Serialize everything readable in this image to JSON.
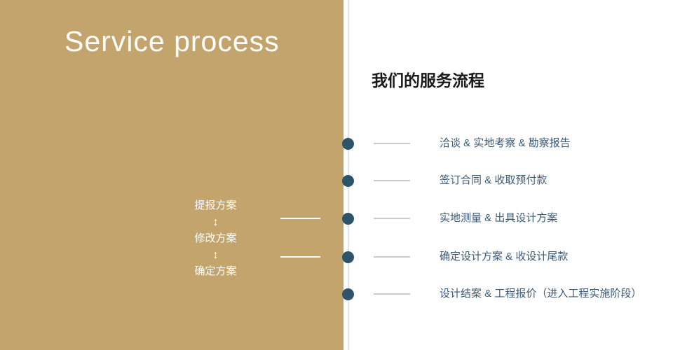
{
  "left": {
    "title": "Service process",
    "loop": {
      "items": [
        "提报方案",
        "修改方案",
        "确定方案"
      ],
      "arrow": "↕"
    }
  },
  "right": {
    "heading": "我们的服务流程",
    "steps": [
      "洽谈 & 实地考察 & 勘察报告",
      "签订合同 & 收取预付款",
      "实地测量 & 出具设计方案",
      "确定设计方案 & 收设计尾款",
      "设计结案 & 工程报价（进入工程实施阶段）"
    ]
  },
  "colors": {
    "tan": "#c3a46c",
    "dot": "#2d5468",
    "step-text": "#3c5a76"
  }
}
